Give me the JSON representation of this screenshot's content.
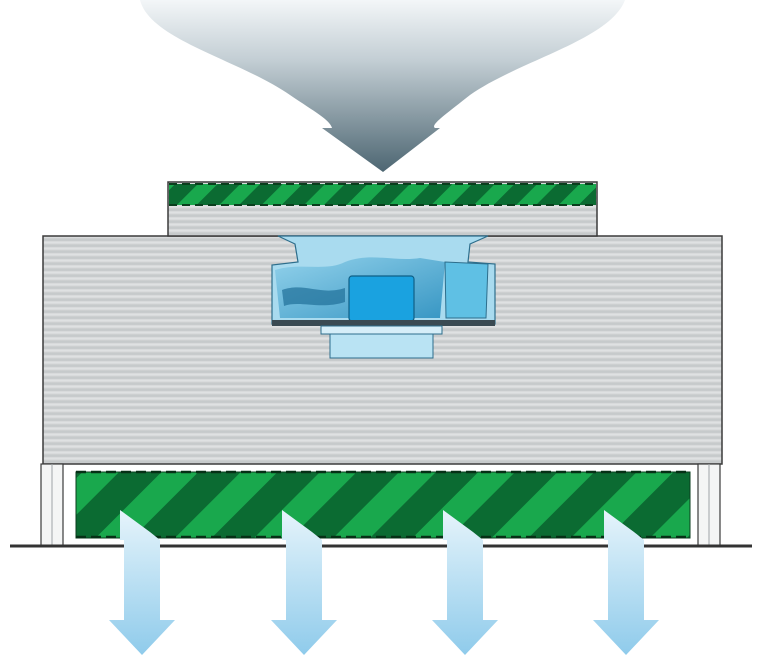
{
  "diagram": {
    "kind": "fan filter unit cross-section",
    "components": [
      {
        "id": "inlet-airflow",
        "icon": "large-down-arrow",
        "color": "#5f7580"
      },
      {
        "id": "prefilter",
        "pattern": "diagonal-stripes",
        "colors": [
          "#0b6b32",
          "#19a84d"
        ]
      },
      {
        "id": "upper-housing",
        "color": "#c9cccd"
      },
      {
        "id": "fan-motor-assembly",
        "color": "#3aa6d4"
      },
      {
        "id": "main-housing",
        "color": "#d3d5d6"
      },
      {
        "id": "hepa-filter",
        "pattern": "diagonal-stripes",
        "colors": [
          "#0b6b32",
          "#19a84d"
        ]
      },
      {
        "id": "ceiling-line",
        "color": "#333333"
      },
      {
        "id": "outlet-airflow",
        "icon": "down-arrow",
        "count": 4,
        "color": "#9fd4ef"
      }
    ]
  }
}
